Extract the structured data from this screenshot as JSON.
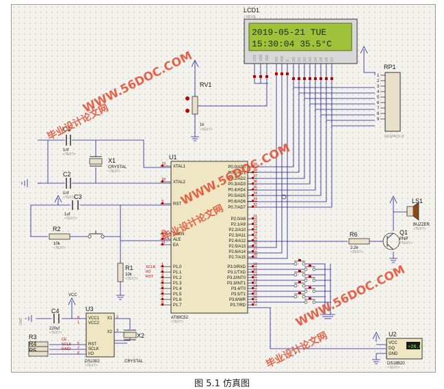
{
  "caption": "图 5.1  仿真图",
  "lcd": {
    "ref": "LCD1",
    "model": "LM016L",
    "line1": "2019-05-21 TUE",
    "line2": "15:30:04  35.5°C",
    "pins": [
      "VSS",
      "VDD",
      "VEE",
      "RS",
      "RW",
      "E",
      "D0",
      "D1",
      "D2",
      "D3",
      "D4",
      "D5",
      "D6",
      "D7"
    ]
  },
  "mcu": {
    "ref": "U1",
    "model": "AT89C52",
    "left_pins": [
      {
        "num": "19",
        "name": "XTAL1"
      },
      {
        "num": "18",
        "name": "XTAL2"
      },
      {
        "num": "9",
        "name": "RST"
      },
      {
        "num": "29",
        "name": "PSEN"
      },
      {
        "num": "30",
        "name": "ALE"
      },
      {
        "num": "31",
        "name": "EA"
      },
      {
        "num": "1",
        "name": "P1.0"
      },
      {
        "num": "2",
        "name": "P1.1"
      },
      {
        "num": "3",
        "name": "P1.2"
      },
      {
        "num": "4",
        "name": "P1.3"
      },
      {
        "num": "5",
        "name": "P1.4"
      },
      {
        "num": "6",
        "name": "P1.5"
      },
      {
        "num": "7",
        "name": "P1.6"
      },
      {
        "num": "8",
        "name": "P1.7"
      }
    ],
    "right_pins": [
      {
        "num": "39",
        "name": "P0.0/AD0"
      },
      {
        "num": "38",
        "name": "P0.1/AD1"
      },
      {
        "num": "37",
        "name": "P0.2/AD2"
      },
      {
        "num": "36",
        "name": "P0.3/AD3"
      },
      {
        "num": "35",
        "name": "P0.4/AD4"
      },
      {
        "num": "34",
        "name": "P0.5/AD5"
      },
      {
        "num": "33",
        "name": "P0.6/AD6"
      },
      {
        "num": "32",
        "name": "P0.7/AD7"
      },
      {
        "num": "21",
        "name": "P2.0/A8"
      },
      {
        "num": "22",
        "name": "P2.1/A9"
      },
      {
        "num": "23",
        "name": "P2.2/A10"
      },
      {
        "num": "24",
        "name": "P2.3/A11"
      },
      {
        "num": "25",
        "name": "P2.4/A12"
      },
      {
        "num": "26",
        "name": "P2.5/A13"
      },
      {
        "num": "27",
        "name": "P2.6/A14"
      },
      {
        "num": "28",
        "name": "P2.7/A15"
      },
      {
        "num": "10",
        "name": "P3.0/RXD"
      },
      {
        "num": "11",
        "name": "P3.1/TXD"
      },
      {
        "num": "12",
        "name": "P3.2/INT0"
      },
      {
        "num": "13",
        "name": "P3.3/INT1"
      },
      {
        "num": "14",
        "name": "P3.4/T0"
      },
      {
        "num": "15",
        "name": "P3.5/T1"
      },
      {
        "num": "16",
        "name": "P3.6/WR"
      },
      {
        "num": "17",
        "name": "P3.7/RD"
      }
    ],
    "p1_net_labels": [
      "SCLK",
      "I/O",
      "RST"
    ]
  },
  "parts": {
    "rv1": {
      "ref": "RV1",
      "value": "1k"
    },
    "rp1": {
      "ref": "RP1",
      "model": "RESPACK-8",
      "pins": [
        "1",
        "2",
        "3",
        "4",
        "5",
        "6",
        "7",
        "8",
        "9"
      ]
    },
    "c1": {
      "ref": "C1",
      "value": "1nf"
    },
    "c2": {
      "ref": "C2",
      "value": "1nf"
    },
    "c3": {
      "ref": "C3",
      "value": "1uf"
    },
    "x1": {
      "ref": "X1",
      "model": "CRYSTAL"
    },
    "x2": {
      "ref": "X2",
      "model": "CRYSTAL"
    },
    "r1": {
      "ref": "R1",
      "value": "10k"
    },
    "r2": {
      "ref": "R2",
      "value": "10k"
    },
    "r6": {
      "ref": "R6",
      "value": "2.2k"
    },
    "q1": {
      "ref": "Q1",
      "model": "PNP"
    },
    "ls1": {
      "ref": "LS1",
      "model": "BUZZER"
    },
    "c4": {
      "ref": "C4",
      "value": "220uf"
    },
    "r3": {
      "ref": "R3"
    },
    "r4": {
      "ref": "R4"
    },
    "r5": {
      "ref": "R5"
    },
    "u3": {
      "ref": "U3",
      "model": "DS1302",
      "pins_left": [
        {
          "num": "8",
          "name": "VCC1"
        },
        {
          "num": "1",
          "name": "VCC2"
        },
        {
          "num": "5",
          "name": "RST"
        },
        {
          "num": "7",
          "name": "SCLK"
        },
        {
          "num": "6",
          "name": "I/O"
        }
      ],
      "pins_right": [
        {
          "num": "2",
          "name": "X1"
        },
        {
          "num": "3",
          "name": "X2"
        }
      ]
    },
    "u2": {
      "ref": "U2",
      "model": "DS18B20",
      "pins": [
        "VCC",
        "DQ",
        "GND"
      ],
      "display": "+26.0"
    },
    "u3_net_labels": [
      "CE",
      "SCLK",
      "RAIO"
    ]
  },
  "power": {
    "vcc": "VCC",
    "gnd": "GND"
  },
  "text_placeholder": "<TEXT>",
  "watermarks": {
    "url": "WWW.56DOC.COM",
    "cn": "毕业设计论文网"
  }
}
